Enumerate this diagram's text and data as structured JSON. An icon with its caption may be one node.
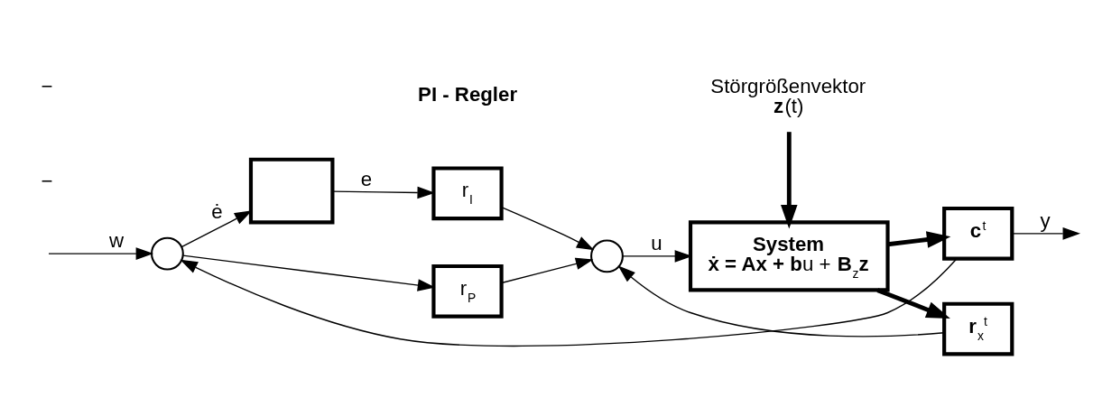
{
  "diagram": {
    "nodes": [
      {
        "text": [],
        "shape": "circle"
      },
      {
        "text": [],
        "shape": "box"
      },
      {
        "text": [
          "r$_{P}$"
        ]
      },
      {
        "text": [
          "r$_{I}$"
        ]
      },
      {
        "text": [],
        "shape": "circle"
      },
      {
        "text": [
          "**System**",
          "**ẋ = Ax + b**u + **B**$_{z}$**z**"
        ]
      },
      {
        "text": [
          "**c**$^{t}$"
        ]
      },
      {
        "text": [
          "**r**$_{x}$$^{t}$"
        ]
      },
      {
        "text": [
          "Störgrößenvektor",
          "**z**(t)"
        ]
      }
    ],
    "edges": [
      {
        "from": null,
        "to": 0,
        "arrow": "to",
        "label": "w"
      },
      {
        "from": 0,
        "to": 1,
        "arrow": "to",
        "label": "ė"
      },
      {
        "from": 0,
        "to": 2,
        "arrow": "to"
      },
      {
        "from": 1,
        "to": 3,
        "arrow": "to",
        "label": "e"
      },
      {
        "from": 2,
        "to": 4,
        "arrow": "to"
      },
      {
        "from": 3,
        "to": 4,
        "arrow": "to"
      },
      {
        "from": 4,
        "to": 5,
        "arrow": "to",
        "label": "u"
      },
      {
        "from": 8,
        "to": 5,
        "arrow": "to",
        "style": "thick"
      },
      {
        "from": 5,
        "to": 6,
        "arrow": "to",
        "style": "thick"
      },
      {
        "from": 5,
        "to": 7,
        "arrow": "to",
        "style": "thick"
      },
      {
        "from": 7,
        "to": 4,
        "arrow": "to"
      },
      {
        "from": 6,
        "to": null,
        "arrow": "to",
        "label": "y"
      },
      {
        "from": 6,
        "to": 0,
        "arrow": "to"
      }
    ],
    "labels": [
      "PI - Regler",
      "−",
      "−"
    ]
  }
}
